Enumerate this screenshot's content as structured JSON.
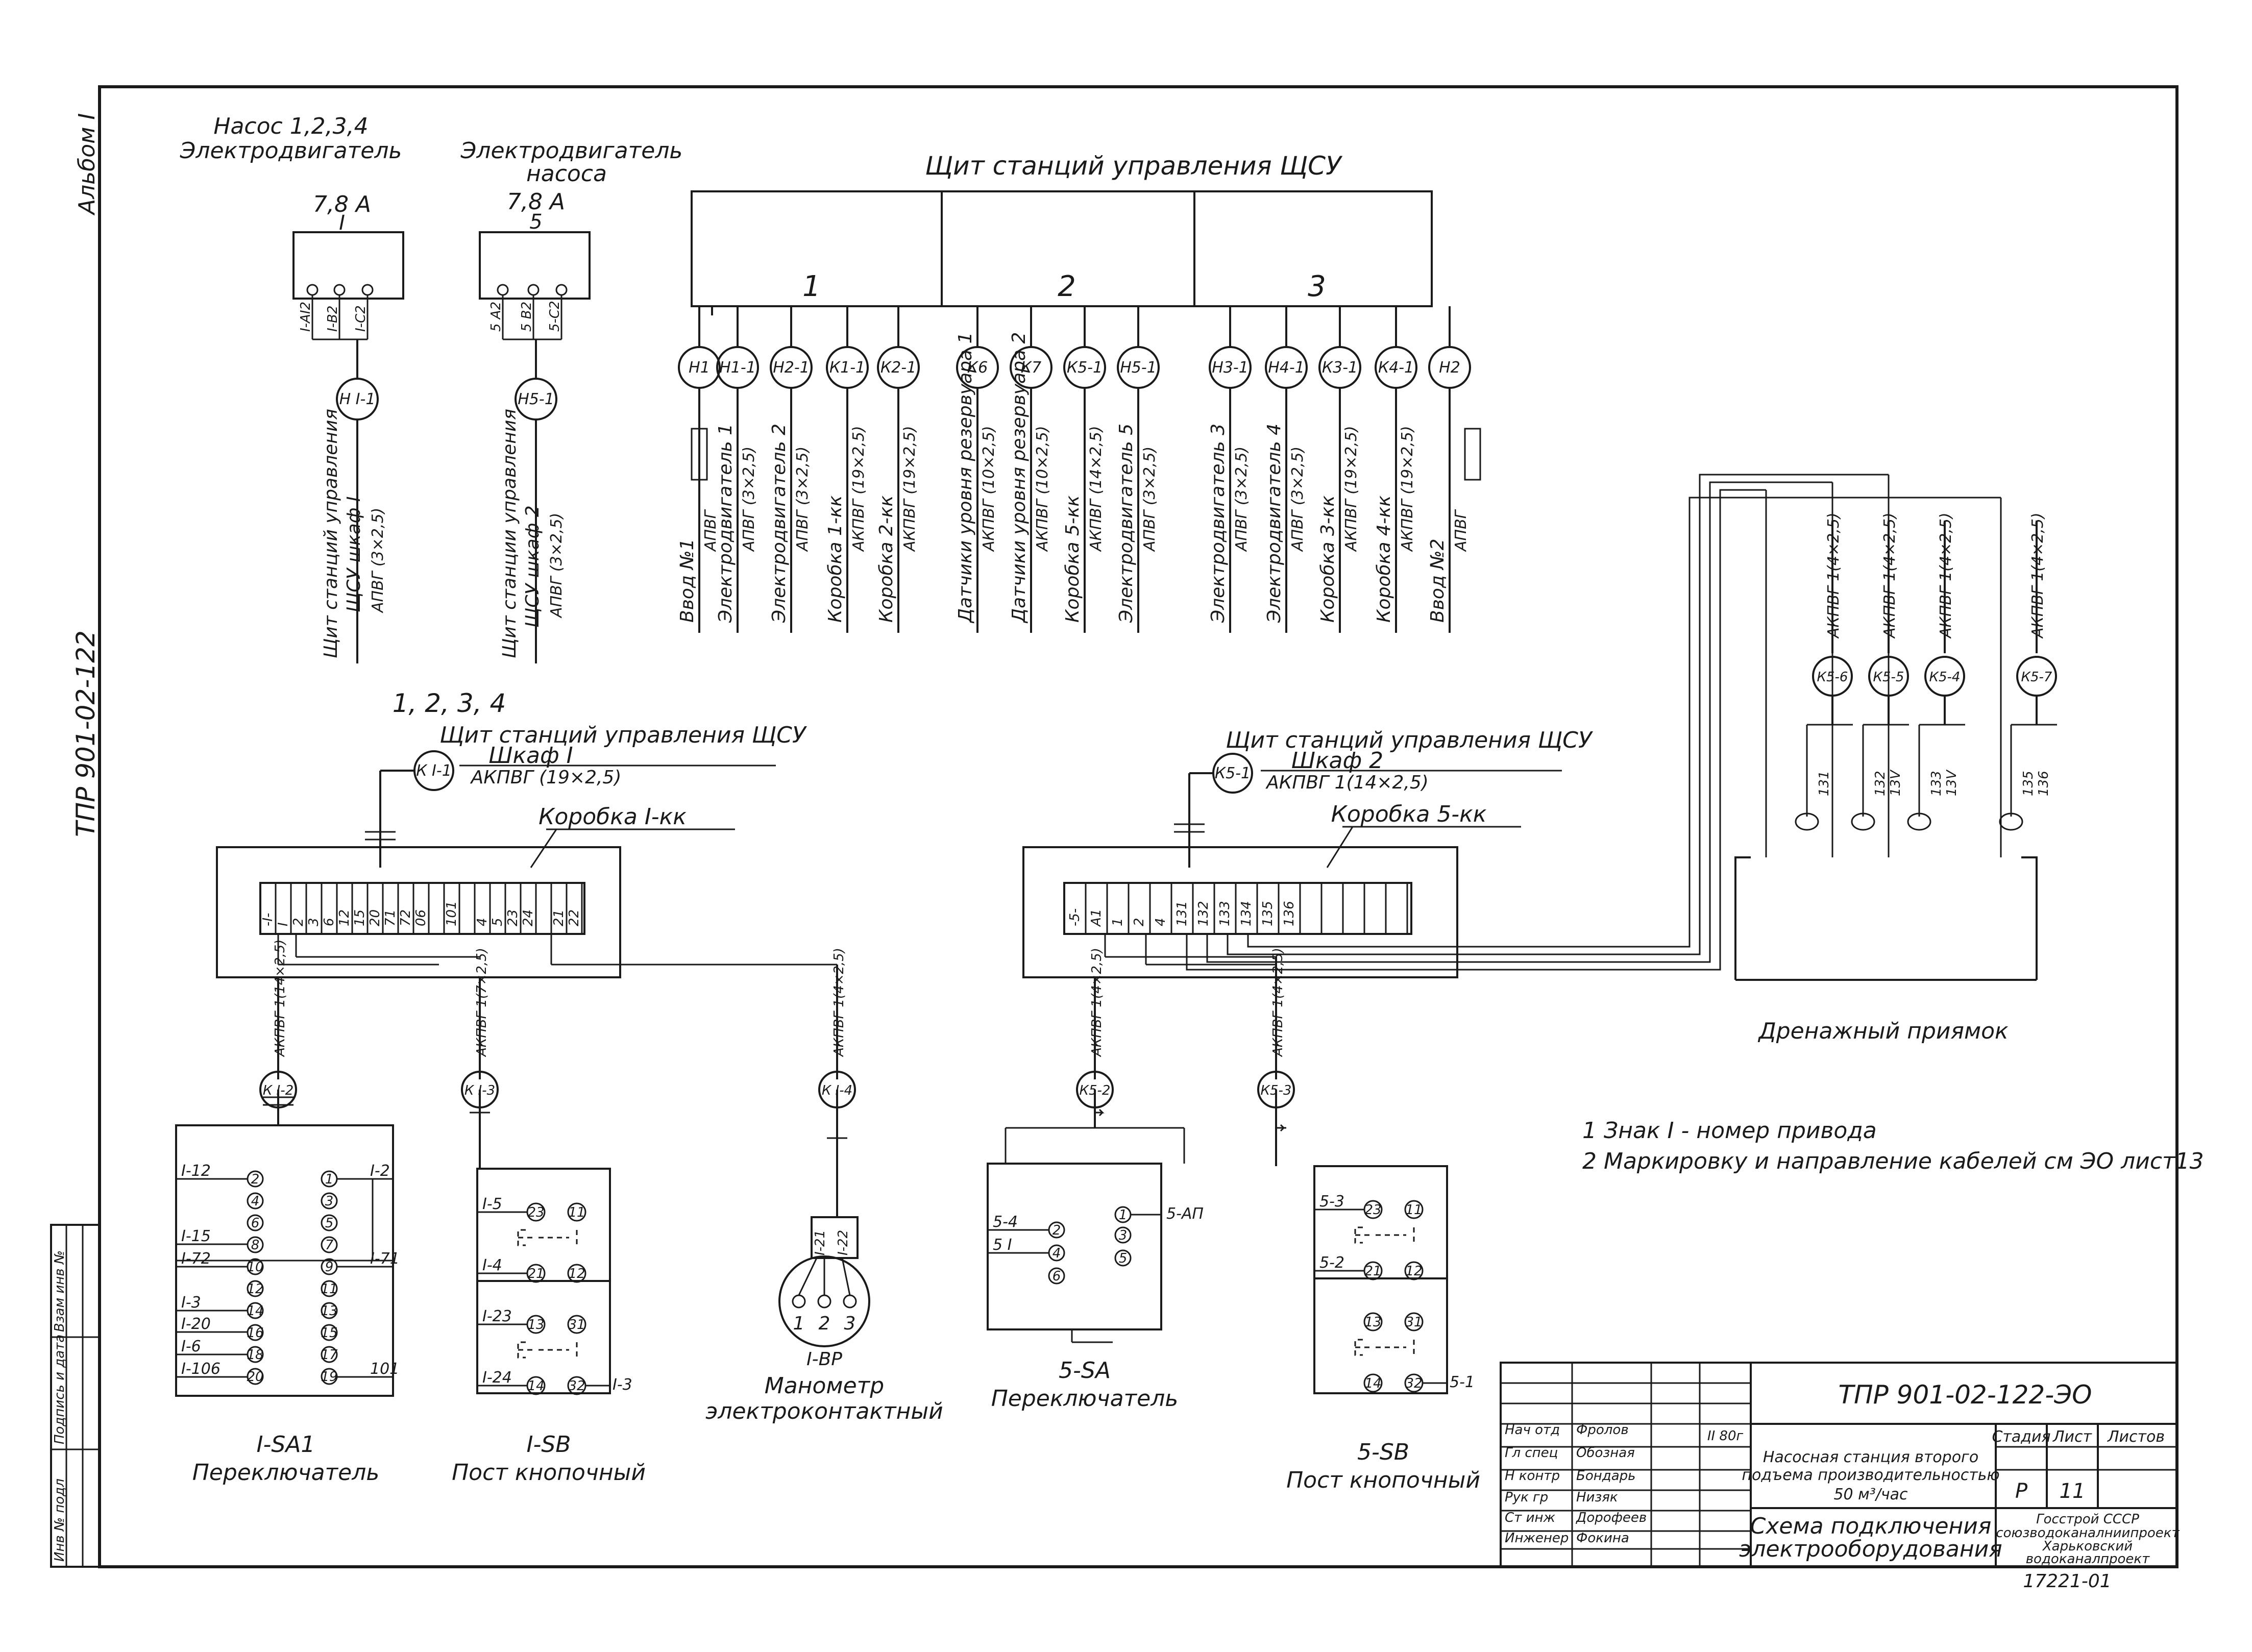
{
  "side": {
    "album": "Альбом I",
    "code": "ТПР 901-02-122"
  },
  "motor_left": {
    "title_1": "Насос 1,2,3,4",
    "title_2": "Электродвигатель",
    "rating": "7,8 А",
    "mark": "I",
    "terms": [
      "I-AI2",
      "I-B2",
      "I-C2"
    ],
    "cable_id": "Н I-1",
    "cable_1": "Щит станций управления",
    "cable_2": "ЩСУ шкаф I",
    "cable_3": "АПВГ (3×2,5)"
  },
  "motor_right": {
    "title_1": "Электродвигатель",
    "title_2": "насоса",
    "rating": "7,8 А",
    "mark": "5",
    "terms": [
      "5 А2",
      "5 В2",
      "5-С2"
    ],
    "cable_id": "Н5-1",
    "cable_1": "Щит станции управления",
    "cable_2": "ЩСУ шкаф 2",
    "cable_3": "АПВГ (3×2,5)"
  },
  "panel": {
    "title": "Щит станций управления ЩСУ",
    "sections": [
      "1",
      "2",
      "3"
    ]
  },
  "feeders": [
    {
      "id": "Н1",
      "l1": "Ввод №1",
      "l2": "АПВГ"
    },
    {
      "id": "Н1-1",
      "l1": "Электродвигатель 1",
      "l2": "АПВГ (3×2,5)"
    },
    {
      "id": "Н2-1",
      "l1": "Электродвигатель 2",
      "l2": "АПВГ (3×2,5)"
    },
    {
      "id": "К1-1",
      "l1": "Коробка 1-кк",
      "l2": "АКПВГ (19×2,5)"
    },
    {
      "id": "К2-1",
      "l1": "Коробка 2-кк",
      "l2": "АКПВГ (19×2,5)"
    },
    {
      "id": "К6",
      "l1": "Датчики уровня резервуара 1",
      "l2": "АКПВГ (10×2,5)"
    },
    {
      "id": "К7",
      "l1": "Датчики уровня резервуара 2",
      "l2": "АКПВГ (10×2,5)"
    },
    {
      "id": "К5-1",
      "l1": "Коробка 5-кк",
      "l2": "АКПВГ (14×2,5)"
    },
    {
      "id": "Н5-1",
      "l1": "Электродвигатель 5",
      "l2": "АПВГ (3×2,5)"
    },
    {
      "id": "Н3-1",
      "l1": "Электродвигатель 3",
      "l2": "АПВГ (3×2,5)"
    },
    {
      "id": "Н4-1",
      "l1": "Электродвигатель 4",
      "l2": "АПВГ (3×2,5)"
    },
    {
      "id": "К3-1",
      "l1": "Коробка 3-кк",
      "l2": "АКПВГ (19×2,5)"
    },
    {
      "id": "К4-1",
      "l1": "Коробка 4-кк",
      "l2": "АКПВГ (19×2,5)"
    },
    {
      "id": "Н2",
      "l1": "Ввод №2",
      "l2": "АПВГ"
    }
  ],
  "box1": {
    "numbers": "1, 2, 3, 4",
    "title_1": "Щит станций управления ЩСУ",
    "title_2": "Шкаф I",
    "cable_id": "К I-1",
    "cable_spec": "АКПВГ (19×2,5)",
    "label": "Коробка I-кк",
    "terminals": [
      "-I-",
      "I",
      "2",
      "3",
      "6",
      "12",
      "15",
      "20",
      "71",
      "72",
      "06",
      "",
      "101",
      "",
      "4",
      "5",
      "23",
      "24",
      "",
      "21",
      "22"
    ],
    "out": [
      {
        "id": "К I-2",
        "spec": "АКПВГ 1(14×2,5)"
      },
      {
        "id": "К I-3",
        "spec": "АКПВГ 1(7×2,5)"
      },
      {
        "id": "К I-4",
        "spec": "АКПВГ 1(4×2,5)"
      }
    ]
  },
  "box5": {
    "title_1": "Щит станций управления ЩСУ",
    "title_2": "Шкаф 2",
    "cable_id": "К5-1",
    "cable_spec": "АКПВГ 1(14×2,5)",
    "label": "Коробка 5-кк",
    "terminals": [
      "-5-",
      "А1",
      "1",
      "2",
      "4",
      "131",
      "132",
      "133",
      "134",
      "135",
      "136",
      "",
      "",
      "",
      "",
      ""
    ],
    "out": [
      {
        "id": "К5-2",
        "spec": "АКПВГ 1(4×2,5)"
      },
      {
        "id": "К5-3",
        "spec": "АКПВГ 1(4×2,5)"
      }
    ]
  },
  "drain": {
    "label": "Дренажный приямок",
    "sensors": [
      {
        "id": "К5-6",
        "spec": "АКПВГ 1(4×2,5)",
        "wires": [
          "131"
        ]
      },
      {
        "id": "К5-5",
        "spec": "АКПВГ 1(4×2,5)",
        "wires": [
          "132",
          "13V"
        ]
      },
      {
        "id": "К5-4",
        "spec": "АКПВГ 1(4×2,5)",
        "wires": [
          "133",
          "13V"
        ]
      },
      {
        "id": "К5-7",
        "spec": "АКПВГ 1(4×2,5)",
        "wires": [
          "135",
          "136"
        ]
      }
    ]
  },
  "switch1": {
    "name": "I-SA1",
    "caption": "Переключатель",
    "left_wires": [
      "I-12",
      "I-15",
      "I-72",
      "I-3",
      "I-20",
      "I-6",
      "I-106"
    ],
    "right_wires": [
      "I-2",
      "I-71",
      "101"
    ],
    "left_contacts": [
      "2",
      "4",
      "6",
      "8",
      "10",
      "12",
      "14",
      "16",
      "18",
      "20"
    ],
    "right_contacts": [
      "1",
      "3",
      "5",
      "7",
      "9",
      "11",
      "13",
      "15",
      "17",
      "19"
    ]
  },
  "post1": {
    "name": "I-SB",
    "caption": "Пост кнопочный",
    "left_wires": [
      "I-5",
      "I-4",
      "I-23",
      "I-24"
    ],
    "right_wires": [
      "I-3"
    ],
    "contacts": [
      "23",
      "11",
      "21",
      "12",
      "13",
      "31",
      "14",
      "32"
    ]
  },
  "gauge": {
    "wires": [
      "I-21",
      "I-22"
    ],
    "pins": [
      "1",
      "2",
      "3"
    ],
    "name": "I-ВР",
    "caption_1": "Манометр",
    "caption_2": "электроконтактный"
  },
  "switch5": {
    "name": "5-SA",
    "caption": "Переключатель",
    "left_wires": [
      "5-4",
      "5 I"
    ],
    "right_wires": [
      "5-АП"
    ],
    "contacts": [
      "2",
      "1",
      "4",
      "3",
      "6",
      "5"
    ]
  },
  "post5": {
    "name": "5-SB",
    "caption": "Пост кнопочный",
    "left_wires": [
      "5-3",
      "5-2"
    ],
    "right_wires": [
      "5-1"
    ],
    "contacts": [
      "23",
      "11",
      "21",
      "12",
      "13",
      "31",
      "14",
      "32"
    ]
  },
  "notes": [
    "1  Знак I      - номер привода",
    "2  Маркировку и направление кабелей см ЭО лист13"
  ],
  "titleblock": {
    "doc_code": "ТПР 901-02-122-ЭО",
    "roles": [
      "Нач отд",
      "Гл спец",
      "Н контр",
      "Рук гр",
      "Ст инж",
      "Инженер"
    ],
    "names": [
      "Фролов",
      "Обозная",
      "Бондарь",
      "Низяк",
      "Дорофеев",
      "Фокина"
    ],
    "date": "II 80г",
    "object_1": "Насосная станция второго",
    "object_2": "подъема производительностью",
    "object_3": "50 м³/час",
    "sheet_title_1": "Схема подключения",
    "sheet_title_2": "электрооборудования",
    "stage_label": "Стадия",
    "sheet_label": "Лист",
    "sheets_label": "Листов",
    "stage": "Р",
    "sheet": "11",
    "org_1": "Госстрой СССР",
    "org_2": "союзводоканалниипроект",
    "org_3": "Харьковский",
    "org_4": "водоканалпроект",
    "inv": "17221-01"
  },
  "left_strip": [
    "Инв № подл",
    "Подпись и дата",
    "Взам инв №"
  ]
}
